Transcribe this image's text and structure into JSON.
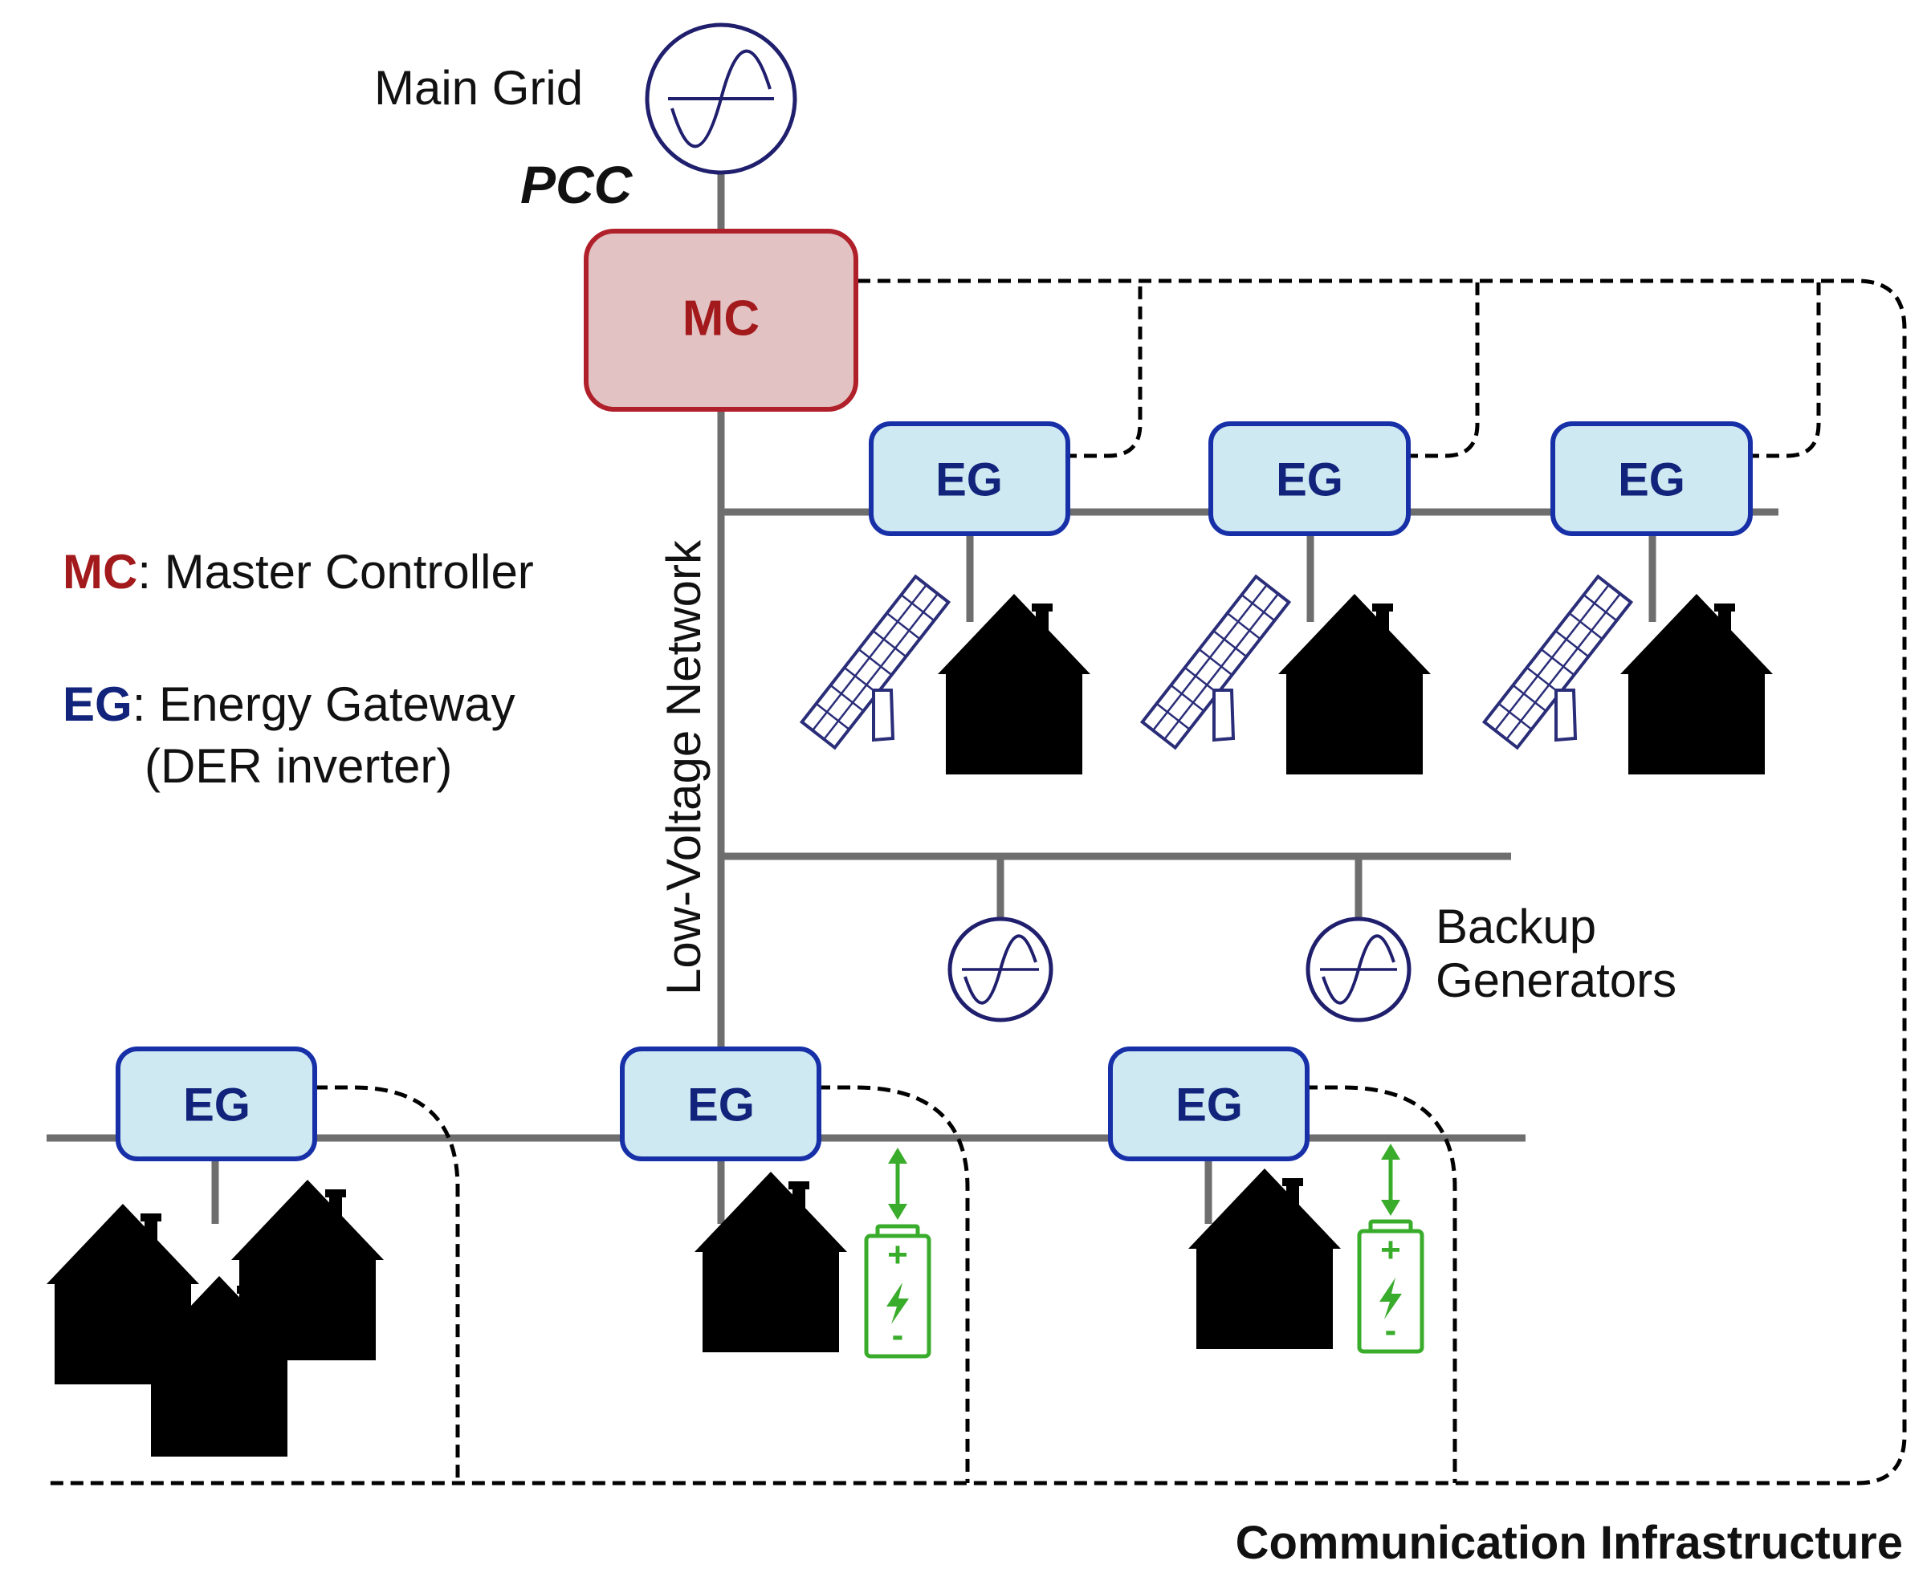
{
  "labels": {
    "main_grid": "Main Grid",
    "pcc": "PCC",
    "network": "Low-Voltage Network",
    "backup_line1": "Backup",
    "backup_line2": "Generators",
    "comm": "Communication Infrastructure"
  },
  "master_controller": {
    "label": "MC"
  },
  "energy_gateway": {
    "label": "EG"
  },
  "legend": {
    "mc_key": "MC",
    "mc_desc": ": Master Controller",
    "eg_key": "EG",
    "eg_desc": ": Energy Gateway",
    "eg_desc2": "(DER inverter)"
  },
  "colors": {
    "mc": "#a31a1d",
    "eg": "#11237a",
    "eg_fill": "#cfe9f2",
    "house": "#7a1212",
    "solar": "#2a2d78",
    "battery": "#3aac2c",
    "power_line": "#6e6e6e"
  },
  "battery_symbols": {
    "plus": "+",
    "minus": "-"
  }
}
